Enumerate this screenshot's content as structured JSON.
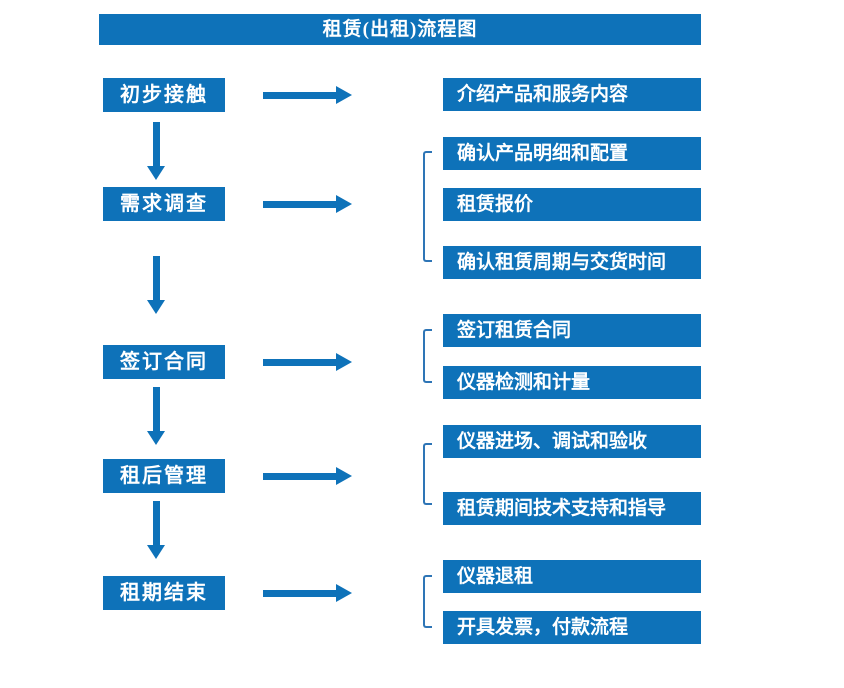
{
  "title": "租赁(出租)流程图",
  "colors": {
    "box_blue": "#0E72B9",
    "bracket_blue": "#2E75B6",
    "text_white": "#FFFFFF",
    "background": "#FFFFFF"
  },
  "steps": [
    {
      "label": "初步接触",
      "details": [
        "介绍产品和服务内容"
      ]
    },
    {
      "label": "需求调查",
      "details": [
        "确认产品明细和配置",
        "租赁报价",
        "确认租赁周期与交货时间"
      ]
    },
    {
      "label": "签订合同",
      "details": [
        "签订租赁合同",
        "仪器检测和计量"
      ]
    },
    {
      "label": "租后管理",
      "details": [
        "仪器进场、调试和验收",
        "租赁期间技术支持和指导"
      ]
    },
    {
      "label": "租期结束",
      "details": [
        "仪器退租",
        "开具发票，付款流程"
      ]
    }
  ]
}
